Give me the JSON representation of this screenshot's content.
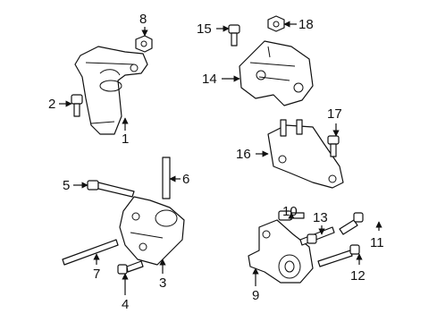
{
  "callouts": [
    {
      "id": "1",
      "text": "1"
    },
    {
      "id": "2",
      "text": "2"
    },
    {
      "id": "3",
      "text": "3"
    },
    {
      "id": "4",
      "text": "4"
    },
    {
      "id": "5",
      "text": "5"
    },
    {
      "id": "6",
      "text": "6"
    },
    {
      "id": "7",
      "text": "7"
    },
    {
      "id": "8",
      "text": "8"
    },
    {
      "id": "9",
      "text": "9"
    },
    {
      "id": "10",
      "text": "10"
    },
    {
      "id": "11",
      "text": "11"
    },
    {
      "id": "12",
      "text": "12"
    },
    {
      "id": "13",
      "text": "13"
    },
    {
      "id": "14",
      "text": "14"
    },
    {
      "id": "15",
      "text": "15"
    },
    {
      "id": "16",
      "text": "16"
    },
    {
      "id": "17",
      "text": "17"
    },
    {
      "id": "18",
      "text": "18"
    }
  ],
  "style": {
    "ink": "#111111",
    "background": "#ffffff"
  }
}
